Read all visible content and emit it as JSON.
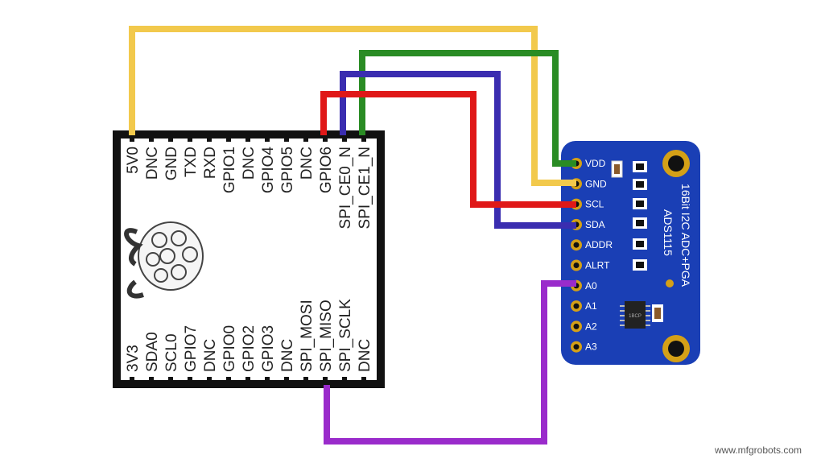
{
  "rpi": {
    "top_pins": [
      "5V0",
      "DNC",
      "GND",
      "TXD",
      "RXD",
      "GPIO1",
      "DNC",
      "GPIO4",
      "GPIO5",
      "DNC",
      "GPIO6",
      "SPI_CE0_N",
      "SPI_CE1_N"
    ],
    "bottom_pins": [
      "3V3",
      "SDA0",
      "SCL0",
      "GPIO7",
      "DNC",
      "GPIO0",
      "GPIO2",
      "GPIO3",
      "DNC",
      "SPI_MOSI",
      "SPI_MISO",
      "SPI_SCLK",
      "DNC"
    ],
    "logo_icon": "raspberry-pi-icon"
  },
  "adc": {
    "pins": [
      "VDD",
      "GND",
      "SCL",
      "SDA",
      "ADDR",
      "ALRT",
      "A0",
      "A1",
      "A2",
      "A3"
    ],
    "silk_line1": "16Bit I2C ADC+PGA",
    "silk_line2": "ADS1115",
    "chip_text": "1BCP",
    "board_color": "#1a3fb5"
  },
  "wires": [
    {
      "from": "5V0",
      "to": "GND",
      "color": "#f2c94c"
    },
    {
      "from": "SPI_CE1_N",
      "to": "VDD",
      "color": "#2a8c24"
    },
    {
      "from": "SPI_CE0_N",
      "to": "SDA",
      "color": "#3a2db0"
    },
    {
      "from": "GPIO6",
      "to": "SCL",
      "color": "#e01818"
    },
    {
      "from": "SPI_MISO",
      "to": "A0",
      "color": "#9a2bcb"
    }
  ],
  "watermark": "www.mfgrobots.com"
}
